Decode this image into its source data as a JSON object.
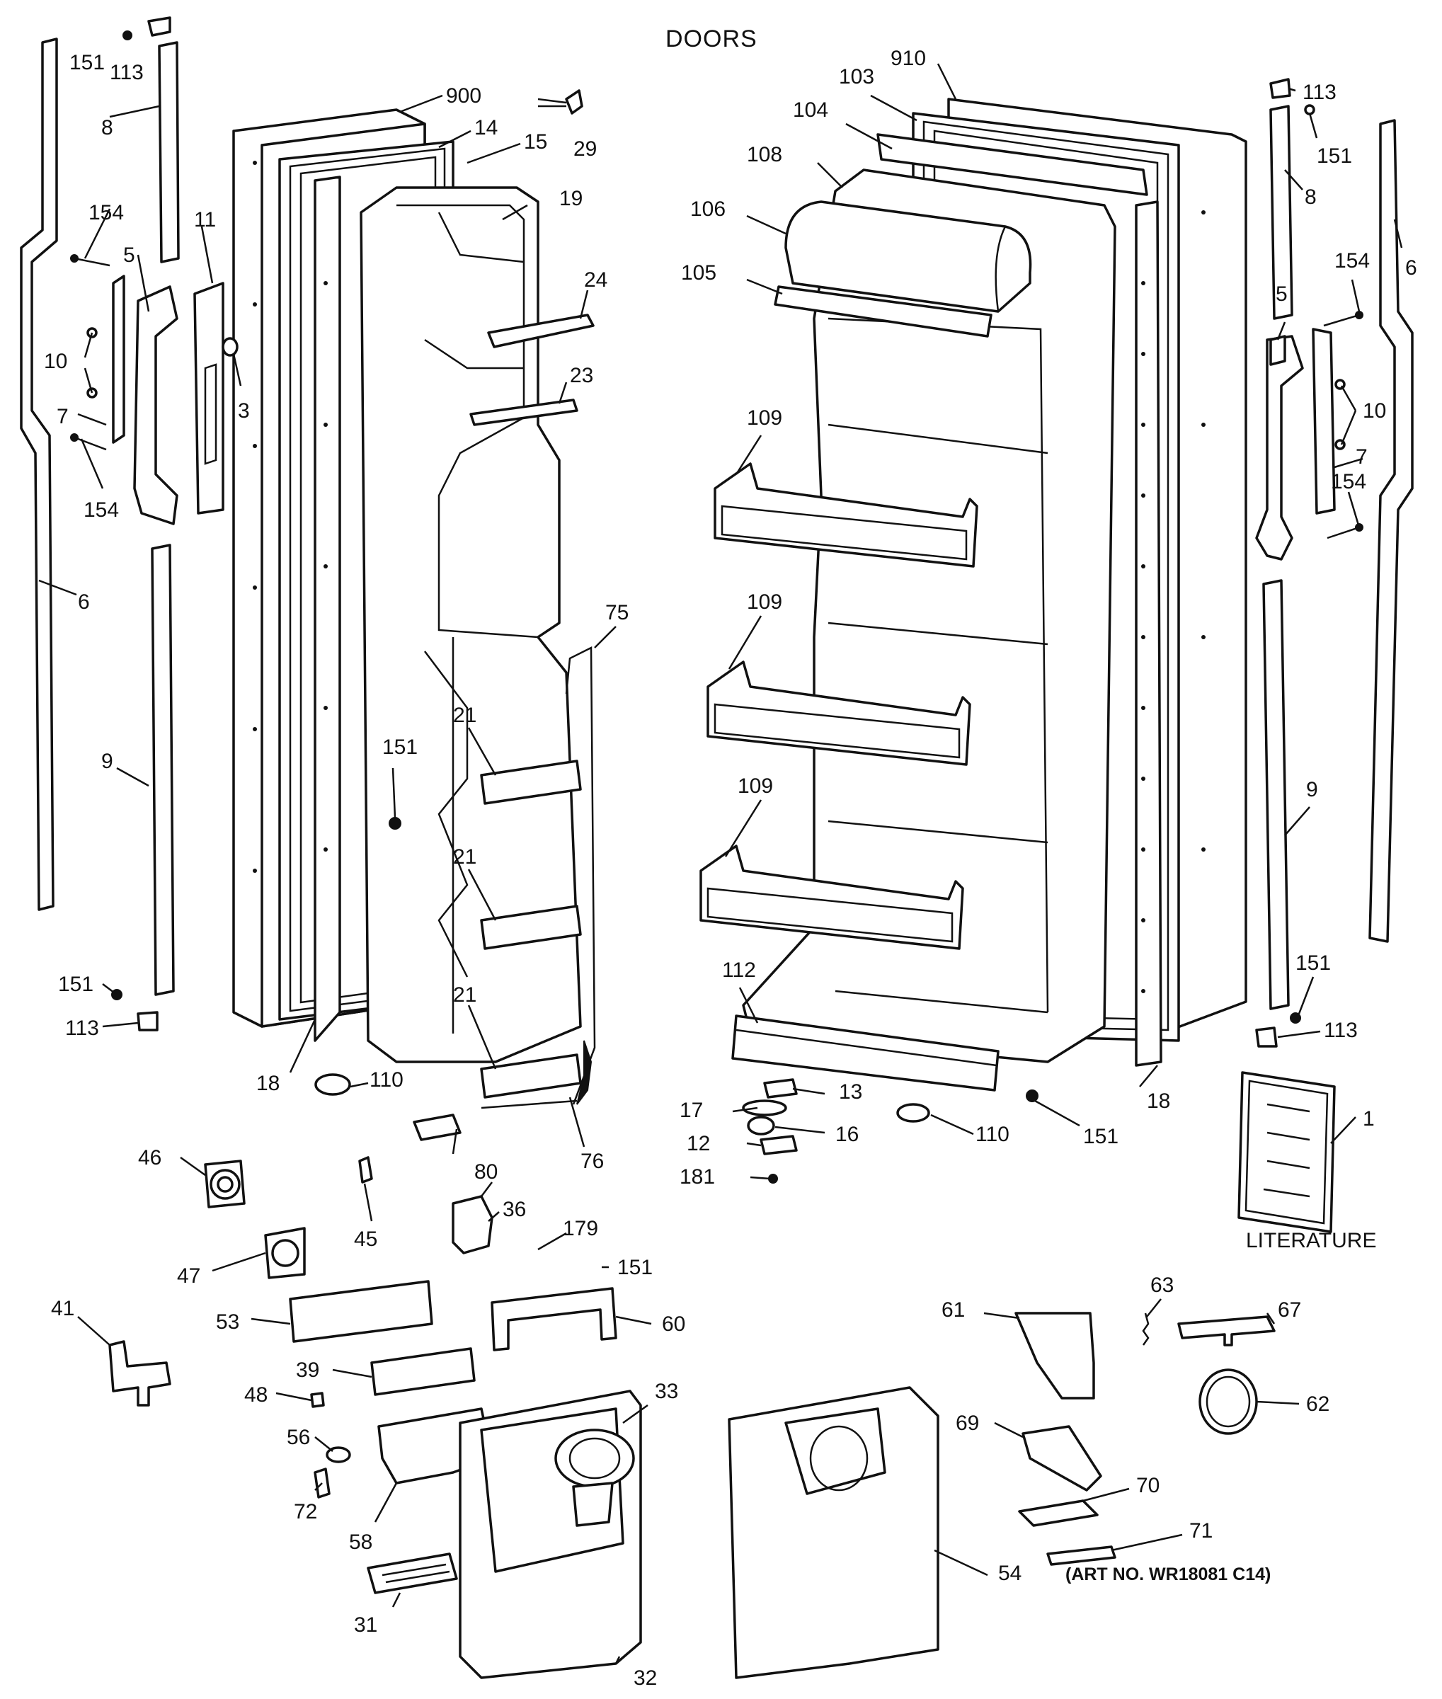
{
  "title": "DOORS",
  "art_number": "(ART NO. WR18081 C14)",
  "literature_label": "LITERATURE",
  "labels": {
    "l151a": "151",
    "l113a": "113",
    "l8a": "8",
    "l154a": "154",
    "l5a": "5",
    "l11": "11",
    "l10a": "10",
    "l3": "3",
    "l7a": "7",
    "l154b": "154",
    "l6a": "6",
    "l9a": "9",
    "l151b": "151",
    "l113b": "113",
    "l18a": "18",
    "l110a": "110",
    "l80": "80",
    "l76": "76",
    "l75": "75",
    "l151c": "151",
    "l21a": "21",
    "l21b": "21",
    "l21c": "21",
    "l900": "900",
    "l14": "14",
    "l15": "15",
    "l29": "29",
    "l19": "19",
    "l24": "24",
    "l23": "23",
    "l910": "910",
    "l103": "103",
    "l104": "104",
    "l108": "108",
    "l106": "106",
    "l105": "105",
    "l109a": "109",
    "l109b": "109",
    "l109c": "109",
    "l112": "112",
    "l13": "13",
    "l17": "17",
    "l16": "16",
    "l12": "12",
    "l181": "181",
    "l110b": "110",
    "l151d": "151",
    "l18b": "18",
    "l113c": "113",
    "l151e": "151",
    "l8b": "8",
    "l154c": "154",
    "l6b": "6",
    "l5b": "5",
    "l10b": "10",
    "l7b": "7",
    "l154d": "154",
    "l9b": "9",
    "l151f": "151",
    "l113d": "113",
    "l1": "1",
    "l46": "46",
    "l45": "45",
    "l36": "36",
    "l179": "179",
    "l151g": "151",
    "l47": "47",
    "l41": "41",
    "l53": "53",
    "l60": "60",
    "l39": "39",
    "l48": "48",
    "l56": "56",
    "l72": "72",
    "l58": "58",
    "l33": "33",
    "l31": "31",
    "l32": "32",
    "l54": "54",
    "l61": "61",
    "l63": "63",
    "l67": "67",
    "l62": "62",
    "l69": "69",
    "l70": "70",
    "l71": "71"
  }
}
